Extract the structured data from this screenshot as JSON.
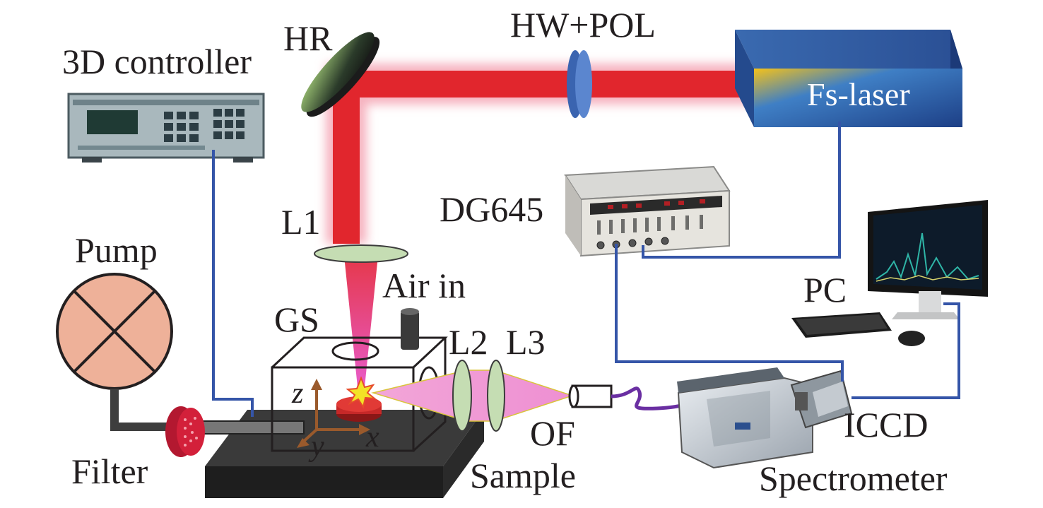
{
  "labels": {
    "hr": "HR",
    "hw_pol": "HW+POL",
    "fs_laser": "Fs-laser",
    "controller": "3D controller",
    "dg645": "DG645",
    "l1": "L1",
    "pump": "Pump",
    "air_in": "Air in",
    "gs": "GS",
    "l2": "L2",
    "l3": "L3",
    "pc": "PC",
    "of": "OF",
    "iccd": "ICCD",
    "filter": "Filter",
    "sample": "Sample",
    "spectrometer": "Spectrometer",
    "axis_x": "x",
    "axis_y": "y",
    "axis_z": "z"
  },
  "colors": {
    "beam": "#e1262d",
    "beam_glow": "#f6b3c0",
    "cable": "#3555a8",
    "fiber": "#6a2fa2",
    "pump_fill": "#eeb199",
    "filter_red": "#d3203a",
    "laser_box": "#2a4f94",
    "lens_green": "#c5ddb3",
    "text": "#231f20"
  }
}
